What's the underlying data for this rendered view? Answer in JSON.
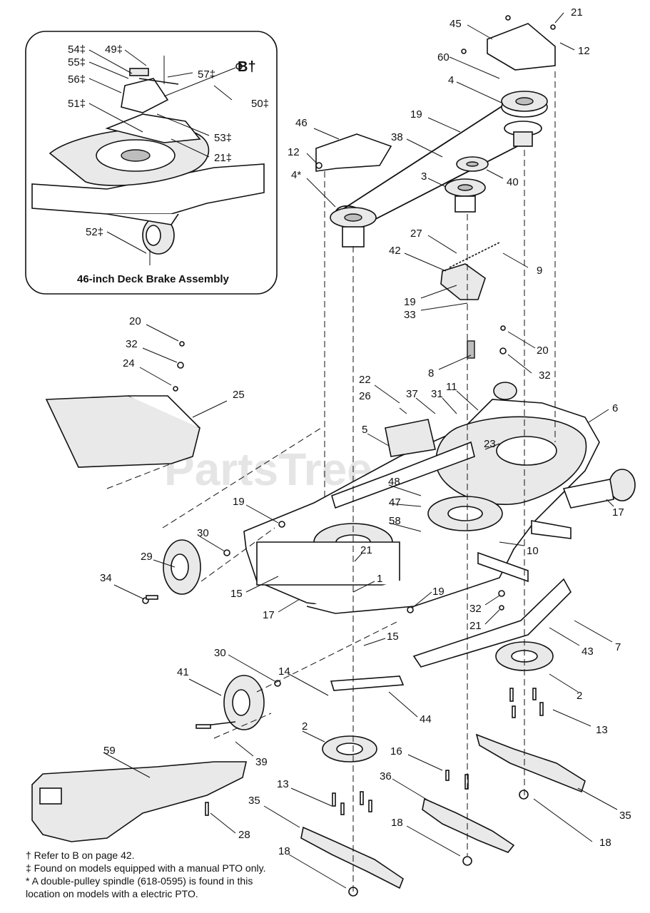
{
  "inset": {
    "title": "46-inch Deck Brake Assembly",
    "labels": [
      "54‡",
      "49‡",
      "55‡",
      "56‡",
      "51‡",
      "B†",
      "57‡",
      "50‡",
      "53‡",
      "21‡",
      "52‡"
    ]
  },
  "watermark": "PartsTree",
  "callouts": [
    "21",
    "45",
    "12",
    "60",
    "4",
    "19",
    "46",
    "38",
    "12",
    "40",
    "4*",
    "3",
    "27",
    "42",
    "9",
    "19",
    "33",
    "20",
    "32",
    "24",
    "25",
    "20",
    "32",
    "8",
    "22",
    "26",
    "37",
    "31",
    "11",
    "6",
    "5",
    "23",
    "48",
    "17",
    "47",
    "58",
    "19",
    "21",
    "10",
    "30",
    "29",
    "34",
    "15",
    "1",
    "19",
    "17",
    "32",
    "21",
    "15",
    "43",
    "7",
    "14",
    "30",
    "41",
    "44",
    "2",
    "13",
    "2",
    "16",
    "39",
    "59",
    "36",
    "13",
    "35",
    "18",
    "35",
    "18",
    "28",
    "18"
  ],
  "notes": [
    "† Refer to B on page 42.",
    "‡ Found on models equipped with a manual PTO only.",
    "* A double-pulley spindle (618-0595) is found in this",
    "location on models with a electric PTO."
  ]
}
